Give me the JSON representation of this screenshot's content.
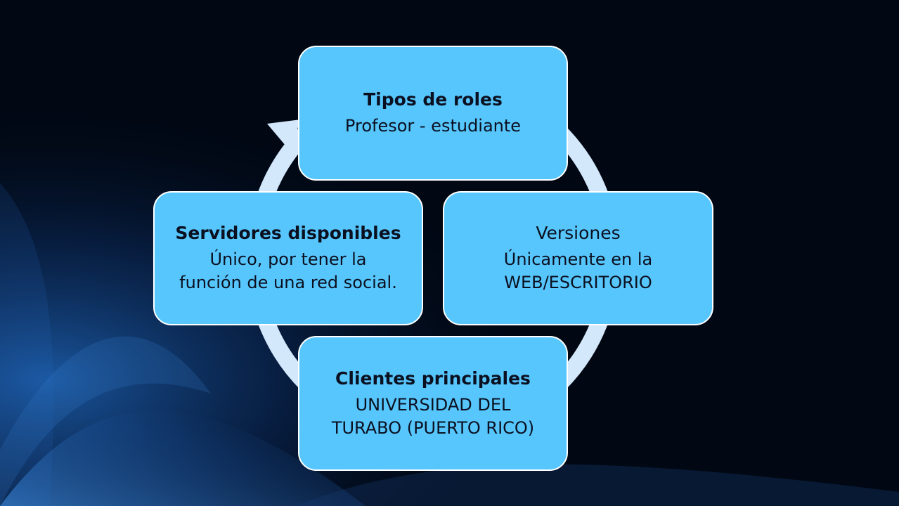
{
  "colors": {
    "background": "#010814",
    "node_fill": "#56c6fc",
    "node_border": "#ffffff",
    "cycle_ring": "#d4e8fb",
    "text": "#0b1020"
  },
  "diagram": {
    "type": "cycle",
    "nodes": [
      {
        "title": "Tipos de roles",
        "desc": [
          "Profesor - estudiante"
        ]
      },
      {
        "title": "Versiones",
        "desc": [
          "Únicamente en la",
          "WEB/ESCRITORIO"
        ]
      },
      {
        "title": "Clientes principales",
        "desc": [
          "UNIVERSIDAD DEL",
          "TURABO (PUERTO RICO)"
        ]
      },
      {
        "title": "Servidores disponibles",
        "desc": [
          "Único, por tener la",
          "función de una red social."
        ]
      }
    ]
  }
}
